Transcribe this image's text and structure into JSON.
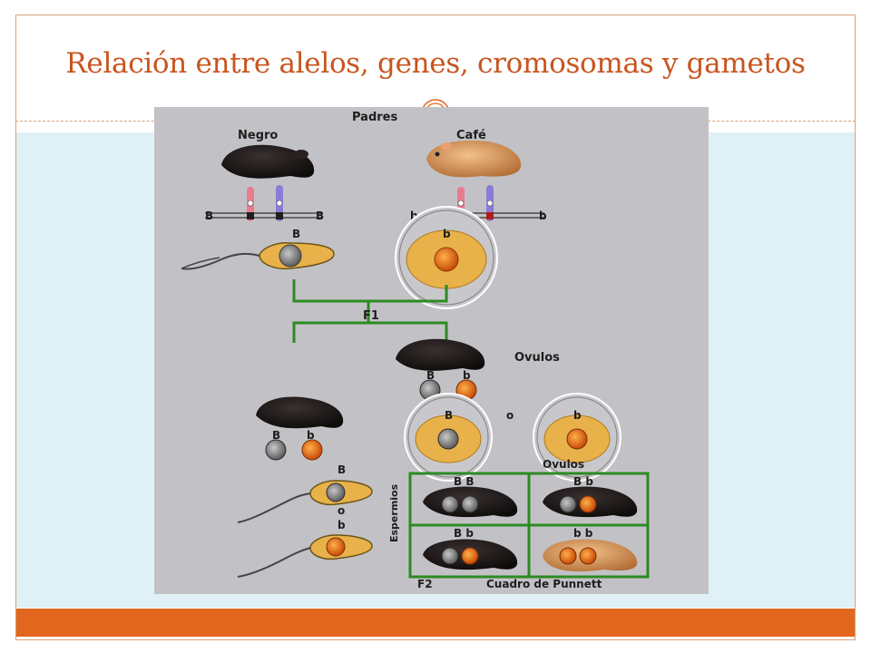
{
  "slide": {
    "title": "Relación entre alelos, genes, cromosomas y gametos"
  },
  "diagram": {
    "padres": "Padres",
    "negro": "Negro",
    "cafe": "Café",
    "allele_B_left": "B",
    "allele_B_right": "B",
    "allele_b_left": "b",
    "allele_b_right": "b",
    "sperm_B": "B",
    "egg_b": "b",
    "f1": "F1",
    "ovulos_f1": "Ovulos",
    "f1_female_B": "B",
    "f1_female_b": "b",
    "f1_male_B": "B",
    "f1_male_b": "b",
    "egg_B_label": "B",
    "egg_o": "o",
    "egg_b_label": "b",
    "sperm_B2": "B",
    "sperm_o": "o",
    "sperm_b2": "b",
    "ovulos_punnett": "Ovulos",
    "espermios": "Espermios",
    "cell_BB": "B B",
    "cell_Bb_1": "B b",
    "cell_Bb_2": "B b",
    "cell_bb": "b b",
    "f2": "F2",
    "cuadro": "Cuadro de Punnett"
  },
  "colors": {
    "title": "#c9541e",
    "footer": "#e3661f",
    "content_bg": "#dff1f6",
    "line_green": "#2c8a22",
    "cell_yellow": "#e8b14a",
    "nucleus_gray": "#7a7a7a",
    "nucleus_orange": "#e36a12"
  }
}
